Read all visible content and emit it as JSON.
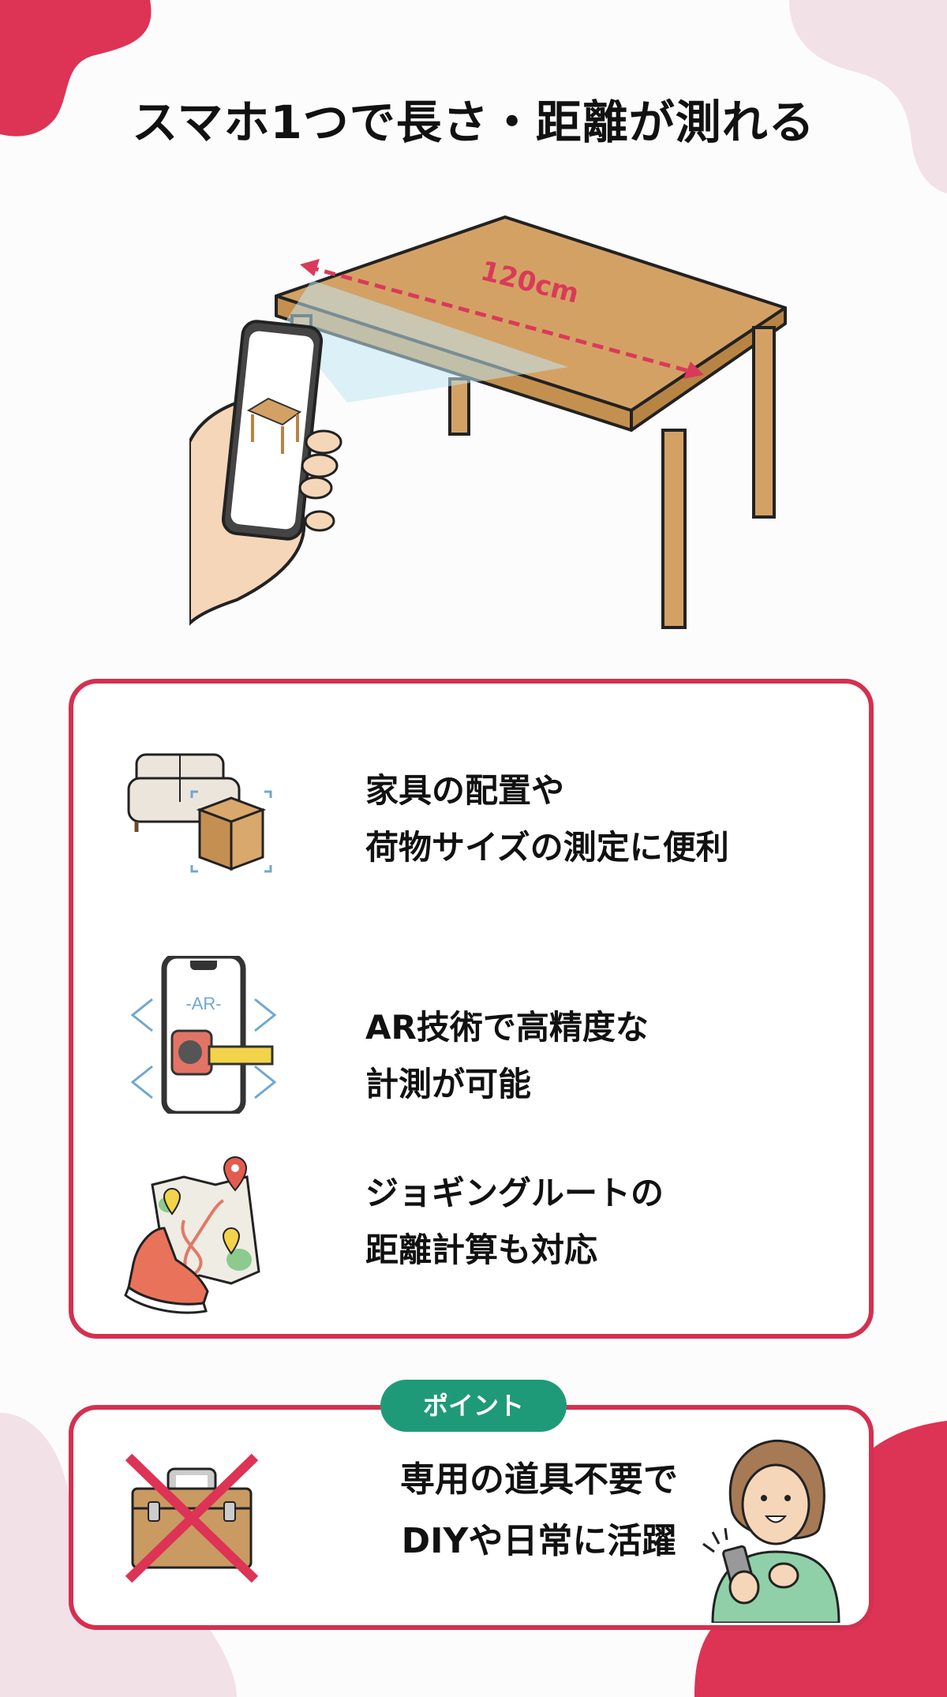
{
  "title": "スマホ1つで長さ・距離が測れる",
  "hero": {
    "measurement_label": "120cm",
    "illustration": "hand-holding-phone-measuring-table"
  },
  "features": [
    {
      "icon": "sofa-and-box-icon",
      "text": "家具の配置や\n荷物サイズの測定に便利"
    },
    {
      "icon": "ar-phone-tape-measure-icon",
      "ar_label": "AR",
      "text": "AR技術で高精度な\n計測が可能"
    },
    {
      "icon": "map-route-shoe-icon",
      "text": "ジョギングルートの\n距離計算も対応"
    }
  ],
  "point": {
    "badge": "ポイント",
    "text": "専用の道具不要で\nDIYや日常に活躍",
    "left_icon": "toolbox-crossed-icon",
    "right_icon": "woman-with-phone-icon"
  },
  "colors": {
    "accent_red": "#d5304f",
    "badge_green": "#1f9a78",
    "blob_pink": "#f3e1e8",
    "wood": "#d4a165"
  }
}
